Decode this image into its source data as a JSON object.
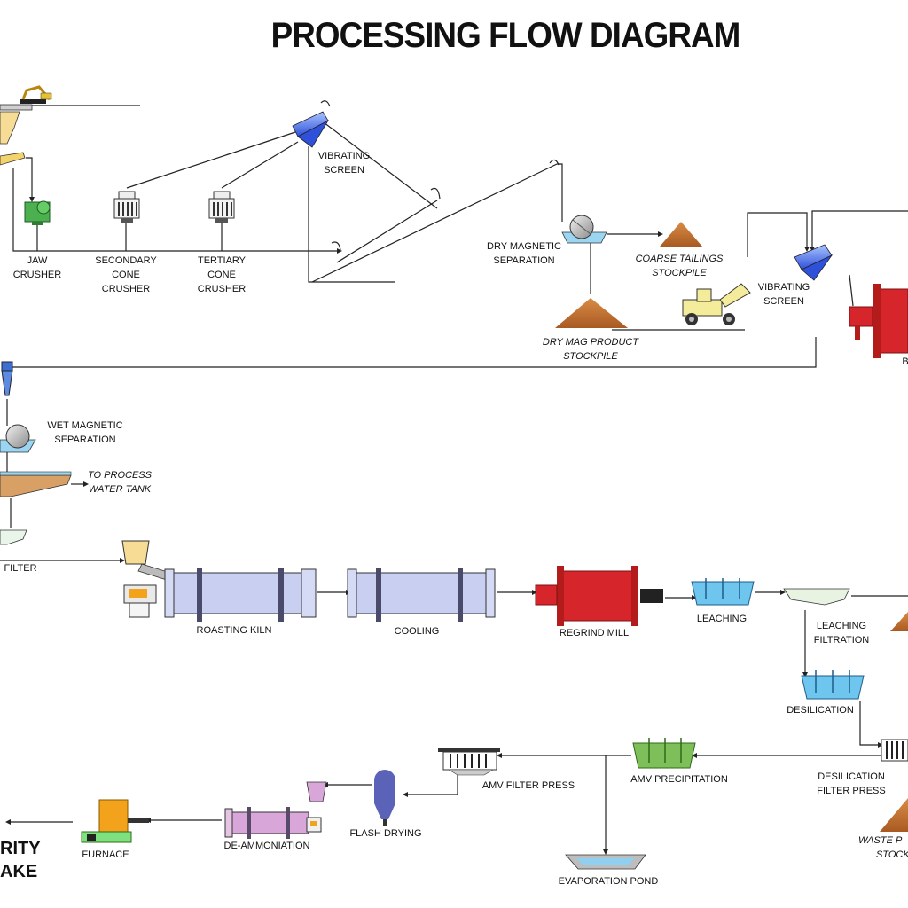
{
  "title": "PROCESSING FLOW DIAGRAM",
  "labels": {
    "jaw_crusher": [
      "JAW",
      "CRUSHER"
    ],
    "secondary_cone_crusher": [
      "SECONDARY",
      "CONE",
      "CRUSHER"
    ],
    "tertiary_cone_crusher": [
      "TERTIARY",
      "CONE",
      "CRUSHER"
    ],
    "vibrating_screen_1": [
      "VIBRATING",
      "SCREEN"
    ],
    "dry_magnetic_separation": [
      "DRY MAGNETIC",
      "SEPARATION"
    ],
    "coarse_tailings_stockpile": [
      "COARSE TAILINGS",
      "STOCKPILE"
    ],
    "dry_mag_product_stockpile": [
      "DRY MAG PRODUCT",
      "STOCKPILE"
    ],
    "vibrating_screen_2": [
      "VIBRATING",
      "SCREEN"
    ],
    "ball_mill_cut": "B",
    "wet_magnetic_separation": [
      "WET MAGNETIC",
      "SEPARATION"
    ],
    "to_process_water_tank": [
      "TO PROCESS",
      "WATER TANK"
    ],
    "filter": "FILTER",
    "roasting_kiln": "ROASTING KILN",
    "cooling": "COOLING",
    "regrind_mill": "REGRIND MILL",
    "leaching": "LEACHING",
    "leaching_filtration": [
      "LEACHING",
      "FILTRATION"
    ],
    "desilication": "DESILICATION",
    "desilication_filter_press": [
      "DESILICATION",
      "FILTER PRESS"
    ],
    "amv_precipitation": "AMV PRECIPITATION",
    "amv_filter_press": "AMV FILTER PRESS",
    "flash_drying": "FLASH DRYING",
    "de_ammoniation": "DE-AMMONIATION",
    "furnace": "FURNACE",
    "evaporation_pond": "EVAPORATION POND",
    "waste_stockpile_cut": [
      "WASTE P",
      "STOCK"
    ],
    "product_cut": [
      "RITY",
      "AKE"
    ]
  },
  "colors": {
    "line": "#1a1a1a",
    "screen_blue": "#3b5bdb",
    "stockpile": "#c8732e",
    "mill_red": "#d7262b",
    "kiln": "#c9cff0",
    "green": "#7fbf5a",
    "tank_blue": "#6ec6ee",
    "pink": "#d9a6d9",
    "furnace_orange": "#f3a21b",
    "loader_yellow": "#f4ec9a"
  }
}
